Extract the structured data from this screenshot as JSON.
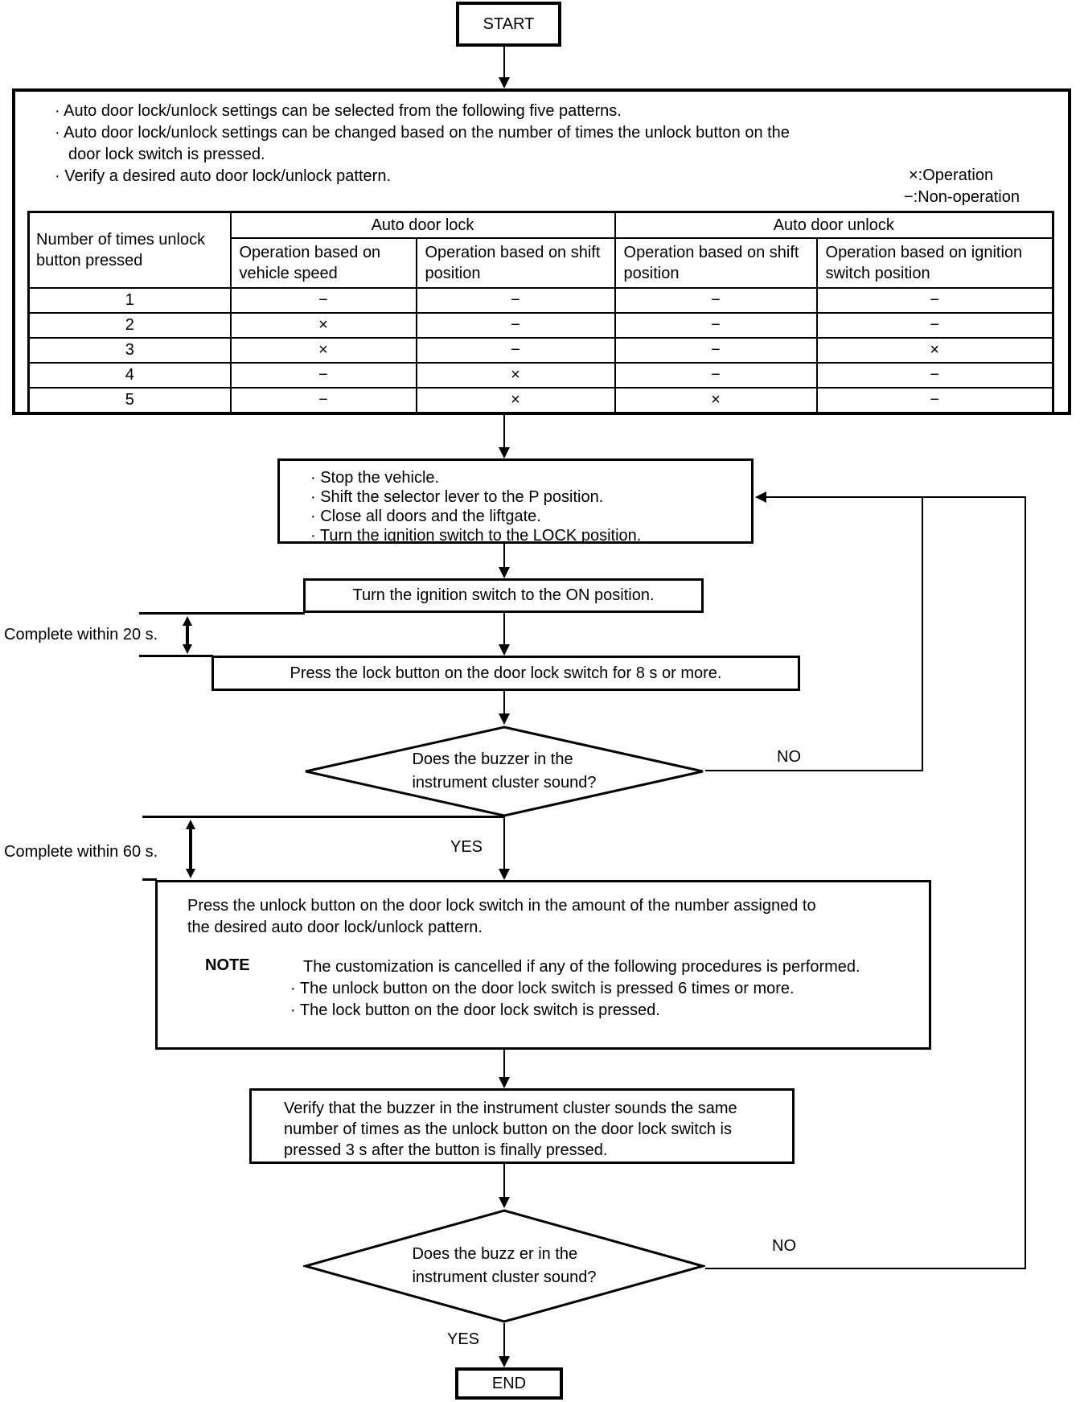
{
  "diagram": {
    "start_label": "START",
    "end_label": "END",
    "yes_label_1": "YES",
    "no_label_1": "NO",
    "yes_label_2": "YES",
    "no_label_2": "NO",
    "timer_20": "Complete within 20 s.",
    "timer_60": "Complete within 60 s."
  },
  "intro": {
    "bullet_1": "· Auto door lock/unlock settings can be selected from the following five patterns.",
    "bullet_2": "· Auto door lock/unlock settings can be changed based on the number of times the unlock button on the door lock switch is pressed.",
    "bullet_3": "· Verify a desired auto door lock/unlock pattern.",
    "legend_operation": "×:Operation",
    "legend_non_operation": "−:Non-operation"
  },
  "pattern_table": {
    "corner_header": "Number of times unlock button pressed",
    "group_lock": "Auto door lock",
    "group_unlock": "Auto door unlock",
    "sub_headers": [
      "Operation based on vehicle speed",
      "Operation based on shift position",
      "Operation based on shift position",
      "Operation based on ignition switch position"
    ],
    "rows": [
      {
        "presses": "1",
        "cells": [
          "−",
          "−",
          "−",
          "−"
        ]
      },
      {
        "presses": "2",
        "cells": [
          "×",
          "−",
          "−",
          "−"
        ]
      },
      {
        "presses": "3",
        "cells": [
          "×",
          "−",
          "−",
          "×"
        ]
      },
      {
        "presses": "4",
        "cells": [
          "−",
          "×",
          "−",
          "−"
        ]
      },
      {
        "presses": "5",
        "cells": [
          "−",
          "×",
          "×",
          "−"
        ]
      }
    ]
  },
  "steps": {
    "prepare_bullet_1": "· Stop the vehicle.",
    "prepare_bullet_2": "· Shift the selector lever to the P position.",
    "prepare_bullet_3": "· Close all doors and the liftgate.",
    "prepare_bullet_4": "· Turn the ignition switch to the LOCK position.",
    "ignition_on": "Turn the ignition switch to the ON position.",
    "press_lock": "Press the lock button on the door lock switch for 8 s or more.",
    "decision_1_line_1": "Does the buzzer in the",
    "decision_1_line_2": "instrument cluster sound?",
    "press_unlock": "Press the unlock button on the door lock switch in the amount of the number assigned to the desired auto door lock/unlock pattern.",
    "note_label": "NOTE",
    "note_intro": "The customization is cancelled if any of the following procedures is performed.",
    "note_bullet_1": "· The unlock button on the door lock switch is pressed 6 times or more.",
    "note_bullet_2": "· The lock button on the door lock switch is pressed.",
    "verify": "Verify that the buzzer in the instrument cluster sounds the same number of times as the unlock button on the door lock switch is pressed 3 s after the button is finally pressed.",
    "decision_2_line_1": "Does the buzz er in the",
    "decision_2_line_2": "instrument cluster sound?"
  }
}
